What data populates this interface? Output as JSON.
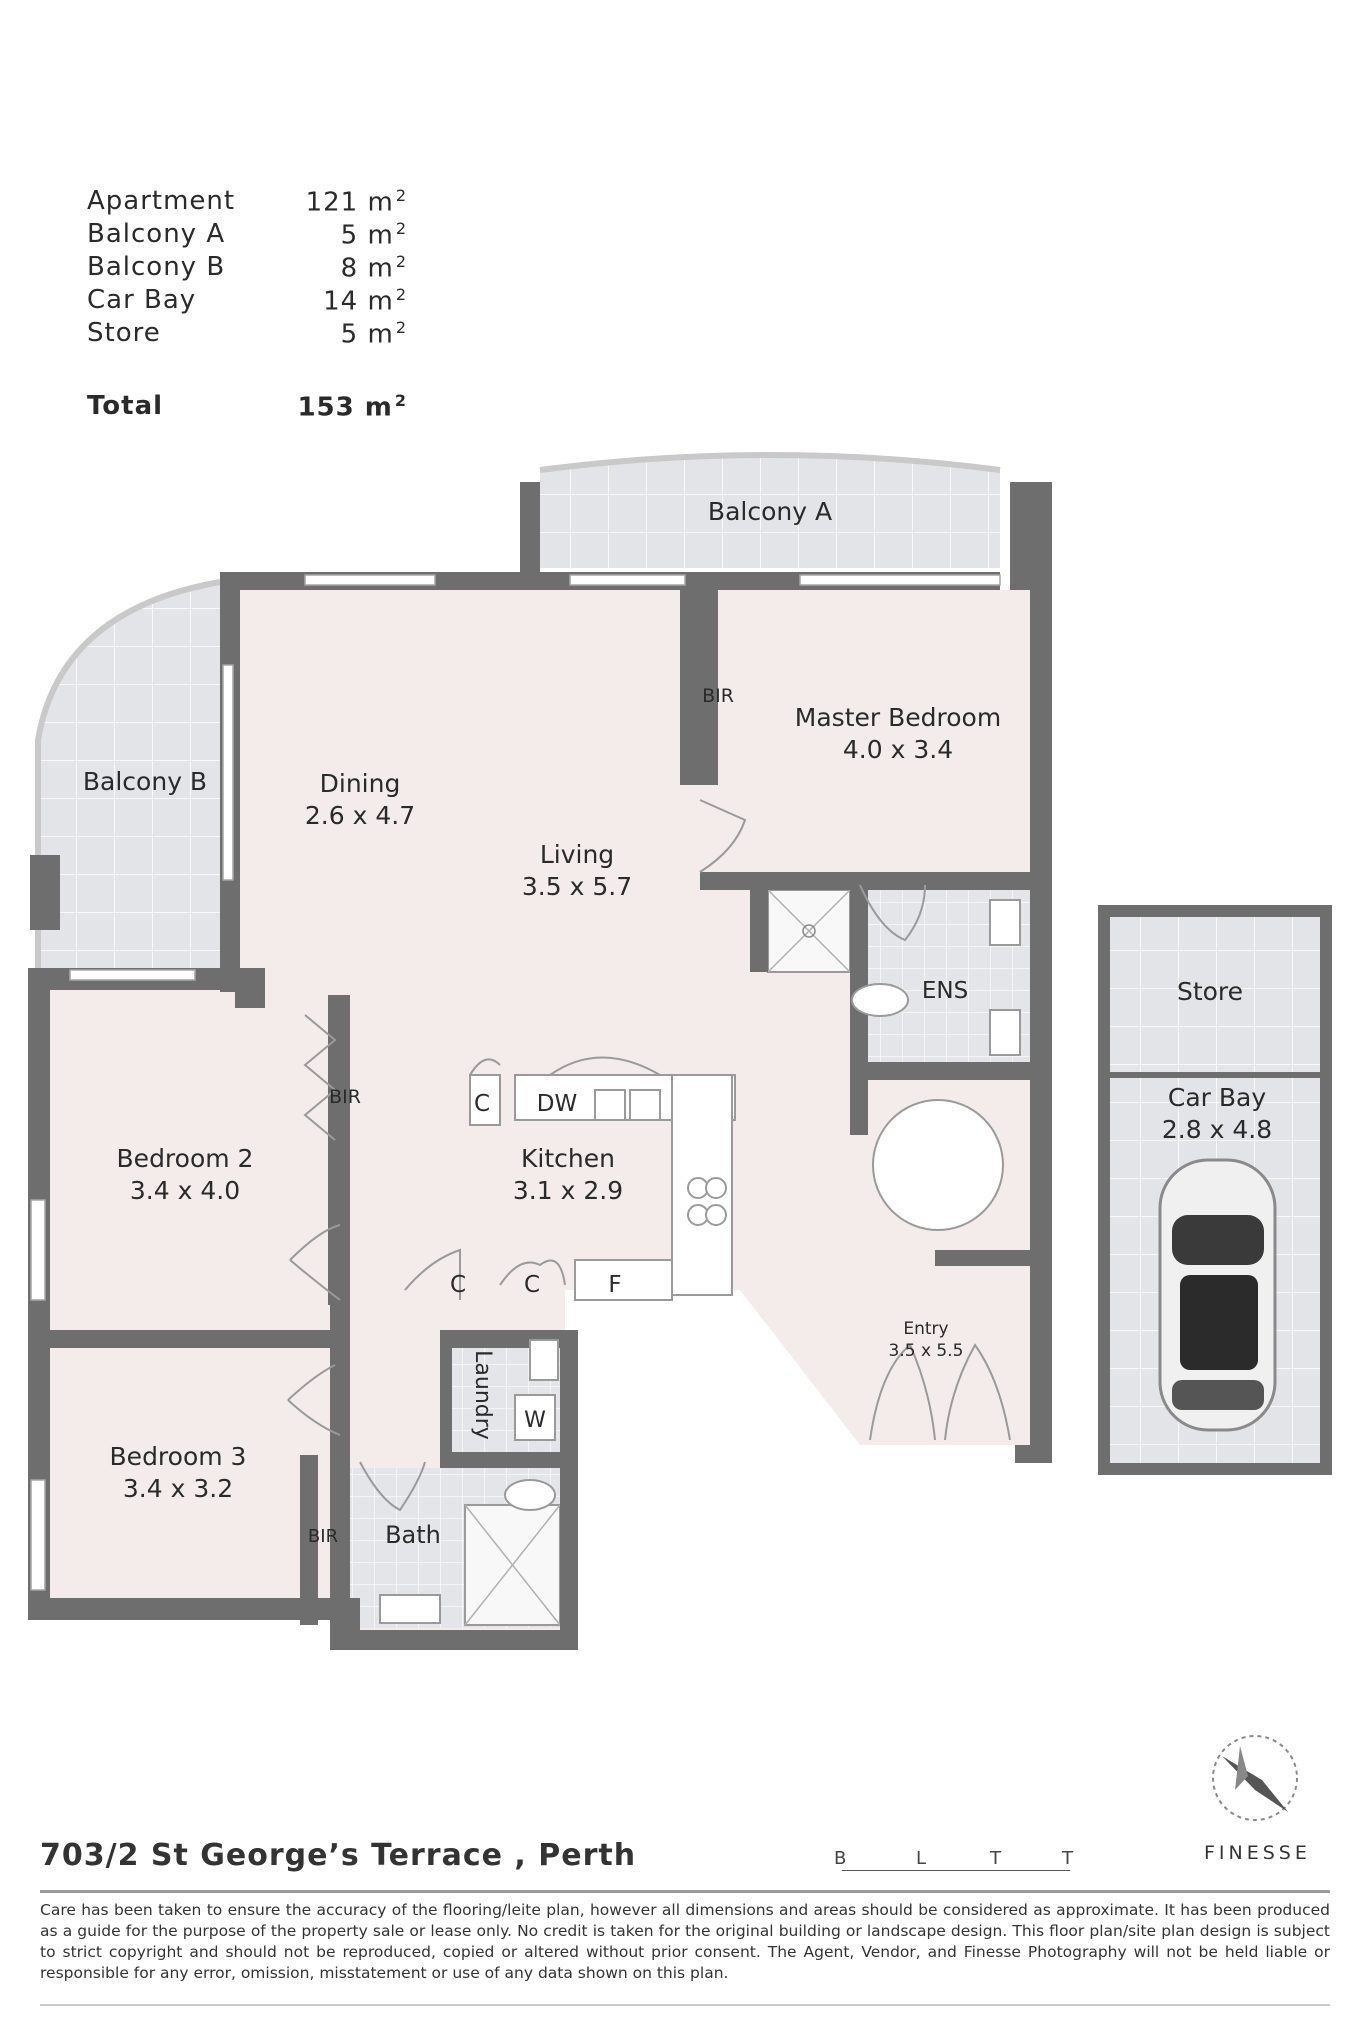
{
  "areas": [
    {
      "label": "Apartment",
      "value": "121 m",
      "sup": "2"
    },
    {
      "label": "Balcony A",
      "value": "5 m",
      "sup": "2"
    },
    {
      "label": "Balcony B",
      "value": "8 m",
      "sup": "2"
    },
    {
      "label": "Car Bay",
      "value": "14 m",
      "sup": "2"
    },
    {
      "label": "Store",
      "value": "5 m",
      "sup": "2"
    }
  ],
  "total": {
    "label": "Total",
    "value": "153 m",
    "sup": "2"
  },
  "rooms": {
    "balcony_a": "Balcony A",
    "balcony_b": "Balcony B",
    "dining": {
      "name": "Dining",
      "size": "2.6 x 4.7"
    },
    "living": {
      "name": "Living",
      "size": "3.5 x 5.7"
    },
    "master": {
      "name": "Master Bedroom",
      "size": "4.0 x 3.4"
    },
    "master_bir": "BIR",
    "ens": "ENS",
    "store": "Store",
    "car_bay": {
      "name": "Car Bay",
      "size": "2.8 x 4.8"
    },
    "bedroom2": {
      "name": "Bedroom 2",
      "size": "3.4 x 4.0"
    },
    "bed2_bir": "BIR",
    "kitchen": {
      "name": "Kitchen",
      "size": "3.1 x 2.9"
    },
    "kitchen_c": "C",
    "dw": "DW",
    "c1": "C",
    "c2": "C",
    "f": "F",
    "laundry": "Laundry",
    "w": "W",
    "entry": {
      "name": "Entry",
      "size": "3.5 x 5.5"
    },
    "bedroom3": {
      "name": "Bedroom 3",
      "size": "3.4 x 3.2"
    },
    "bed3_bir": "BIR",
    "bath": "Bath"
  },
  "footer": {
    "address": "703/2 St George’s Terrace , Perth",
    "bltt": [
      "B",
      "L",
      "T",
      "T"
    ],
    "brand": "FINESSE",
    "disclaimer": "Care has been taken to ensure the accuracy of the flooring/leite plan, however all dimensions and areas should be considered as approximate. It has been produced as a guide for the purpose of the property sale or lease only. No credit is taken for the original building or landscape design. This floor plan/site plan design is subject to strict copyright and should not be reproduced, copied or altered without prior consent. The Agent, Vendor, and Finesse Photography will not be held liable or responsible for any error, omission, misstatement or use of any data shown on this plan."
  },
  "colors": {
    "wall": "#6e6e6e",
    "floor": "#f3ecea",
    "tile": "#e4e6e8",
    "grid": "#ffffff"
  }
}
